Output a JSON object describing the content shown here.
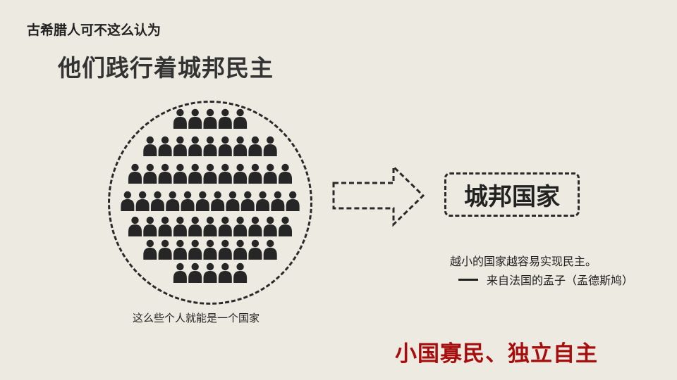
{
  "slide": {
    "subtitle": "古希腊人可不这么认为",
    "title": "他们践行着城邦民主",
    "people_rows": [
      5,
      9,
      11,
      12,
      11,
      9,
      5
    ],
    "caption": "这么些个人就能是一个国家",
    "box_label": "城邦国家",
    "quote_line1": "越小的国家越容易实现民主。",
    "quote_line2": "来自法国的孟子（孟德斯鸠）",
    "slogan": "小国寡民、独立自主",
    "colors": {
      "background": "#edeae1",
      "ink": "#2a2a2a",
      "accent": "#a80d0d"
    }
  }
}
